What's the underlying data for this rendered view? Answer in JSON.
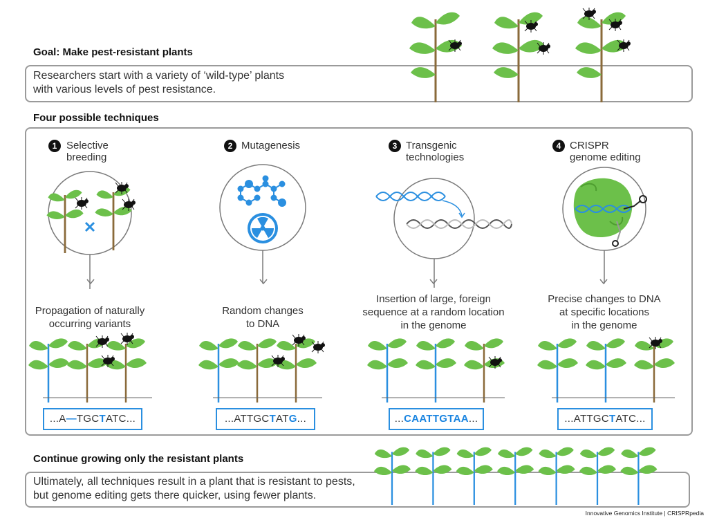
{
  "goal": {
    "heading": "Goal: Make pest-resistant plants",
    "text_line1": "Researchers start with a variety of ‘wild-type’ plants",
    "text_line2": "with various levels of pest resistance."
  },
  "techniques": {
    "heading": "Four possible techniques",
    "items": [
      {
        "number": "1",
        "title_line1": "Selective",
        "title_line2": "breeding",
        "desc_line1": "Propagation of naturally",
        "desc_line2": "occurring variants",
        "desc_line3": "",
        "seq_parts": [
          "...A",
          "—",
          "TGC",
          "T",
          "ATC..."
        ]
      },
      {
        "number": "2",
        "title_line1": "Mutagenesis",
        "title_line2": "",
        "desc_line1": "Random changes",
        "desc_line2": "to DNA",
        "desc_line3": "",
        "seq_parts": [
          "...ATTGC",
          "T",
          "AT",
          "G",
          "..."
        ]
      },
      {
        "number": "3",
        "title_line1": "Transgenic",
        "title_line2": "technologies",
        "desc_line1": "Insertion of large, foreign",
        "desc_line2": "sequence at a random location",
        "desc_line3": "in the genome",
        "seq_parts": [
          "...",
          "CAATTGTAA",
          "..."
        ]
      },
      {
        "number": "4",
        "title_line1": "CRISPR",
        "title_line2": "genome editing",
        "desc_line1": "Precise changes to DNA",
        "desc_line2": "at specific locations",
        "desc_line3": "in the genome",
        "seq_parts": [
          "...ATTGC",
          "T",
          "ATC..."
        ]
      }
    ]
  },
  "continue": {
    "heading": "Continue growing only the resistant plants",
    "text_line1": "Ultimately, all techniques result in a plant that is resistant to pests,",
    "text_line2": "but genome editing gets there quicker, using fewer plants."
  },
  "credit": "Innovative Genomics Institute | CRISPRpedia",
  "colors": {
    "blue": "#2a8fe0",
    "green": "#6cc04a",
    "brown": "#8a6a3a",
    "dark": "#111111"
  }
}
